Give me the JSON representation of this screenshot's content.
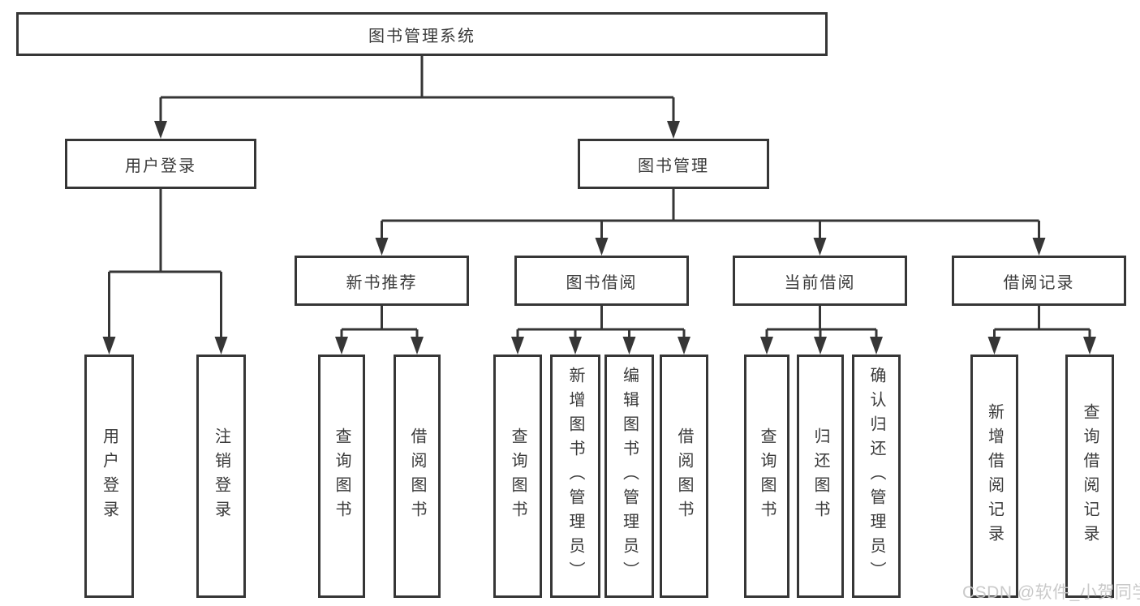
{
  "tree": {
    "label": "图书管理系统",
    "children": [
      {
        "label": "用户登录",
        "children": [
          {
            "label": "用户登录"
          },
          {
            "label": "注销登录"
          }
        ]
      },
      {
        "label": "图书管理",
        "children": [
          {
            "label": "新书推荐",
            "children": [
              {
                "label": "查询图书"
              },
              {
                "label": "借阅图书"
              }
            ]
          },
          {
            "label": "图书借阅",
            "children": [
              {
                "label": "查询图书"
              },
              {
                "label": "新增图书（管理员）"
              },
              {
                "label": "编辑图书（管理员）"
              },
              {
                "label": "借阅图书"
              }
            ]
          },
          {
            "label": "当前借阅",
            "children": [
              {
                "label": "查询图书"
              },
              {
                "label": "归还图书"
              },
              {
                "label": "确认归还（管理员）"
              }
            ]
          },
          {
            "label": "借阅记录",
            "children": [
              {
                "label": "新增借阅记录"
              },
              {
                "label": "查询借阅记录"
              }
            ]
          }
        ]
      }
    ]
  },
  "watermark": {
    "text": "CSDN @软件_小贺同学"
  },
  "colors": {
    "line": "#363636",
    "text": "#3a3a3a",
    "background": "#ffffff",
    "watermark": "#c7c7c7"
  }
}
